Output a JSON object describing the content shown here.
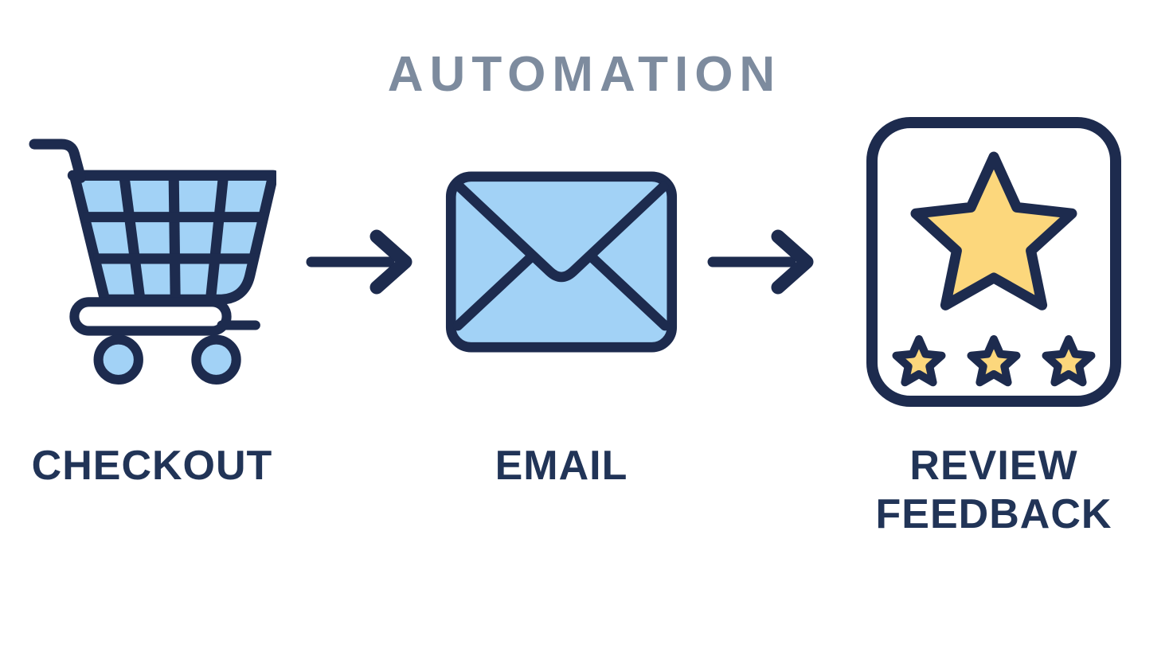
{
  "title": "AUTOMATION",
  "colors": {
    "background": "#ffffff",
    "title_gray": "#7d8b9e",
    "text_navy": "#213457",
    "icon_navy": "#1d2b4e",
    "light_blue": "#a2d2f6",
    "star_yellow": "#fcd77c",
    "card_white": "#ffffff"
  },
  "steps": [
    {
      "label": "CHECKOUT",
      "icon": "shopping-cart-icon"
    },
    {
      "label": "EMAIL",
      "icon": "envelope-icon"
    },
    {
      "label": "REVIEW FEEDBACK",
      "icon": "review-feedback-icon"
    }
  ],
  "connectors": [
    {
      "icon": "arrow-right-icon"
    },
    {
      "icon": "arrow-right-icon"
    }
  ]
}
